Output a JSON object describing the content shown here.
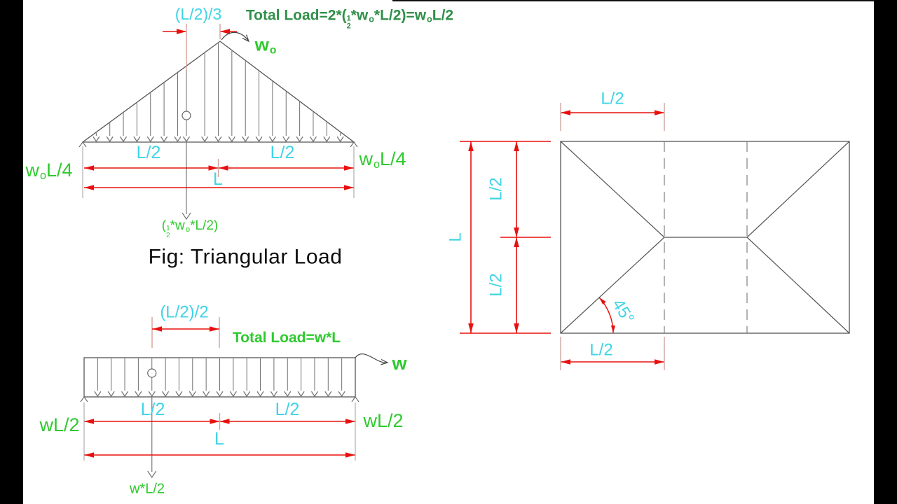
{
  "colors": {
    "dimension_text": "#3fd4e6",
    "load_text_bright": "#2fca2f",
    "load_text_dark": "#2f9049",
    "dimension_line": "#e8100f",
    "drawing_line": "#555555",
    "background": "#ffffff",
    "letterbox": "#000000"
  },
  "figure1": {
    "dim_top_label": "(L/2)/3",
    "total_load": {
      "p1": "Total Load=2*(",
      "num": "1",
      "den": "2",
      "p2": "*w",
      "sub1": "o",
      "p3": "*L/2)=w",
      "sub2": "o",
      "p4": "L/2"
    },
    "peak_load": {
      "base": "w",
      "sub": "o"
    },
    "reaction_left": {
      "p1": "w",
      "sub": "o",
      "p2": "L/4"
    },
    "reaction_right": {
      "p1": "w",
      "sub": "o",
      "p2": "L/4"
    },
    "span_left_label": "L/2",
    "span_right_label": "L/2",
    "span_total_label": "L",
    "resultant": {
      "p1": "(",
      "num": "1",
      "den": "2",
      "p2": "*w",
      "sub": "o",
      "p3": "*L/2)"
    },
    "caption": "Fig: Triangular Load"
  },
  "figure2": {
    "dim_top_label": "(L/2)/2",
    "total_load_label": "Total Load=w*L",
    "load_label": "w",
    "reaction_left_label": "wL/2",
    "reaction_right_label": "wL/2",
    "span_left_label": "L/2",
    "span_right_label": "L/2",
    "span_total_label": "L",
    "resultant_label": "w*L/2"
  },
  "figure3": {
    "dim_top_label": "L/2",
    "dim_bottom_label": "L/2",
    "dim_left_upper_label": "L/2",
    "dim_left_lower_label": "L/2",
    "dim_left_total_label": "L",
    "angle_label": "45°"
  }
}
